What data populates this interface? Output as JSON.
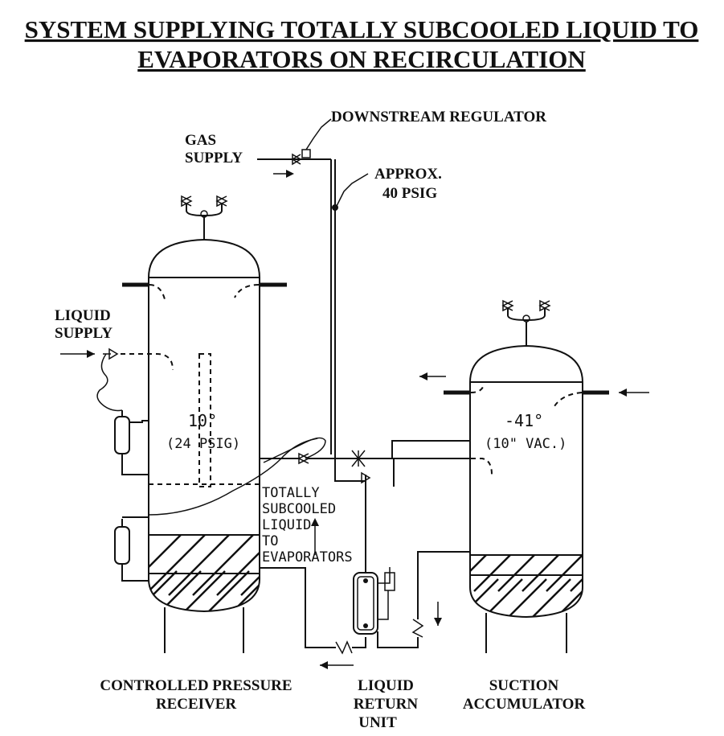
{
  "title": {
    "line1": "SYSTEM SUPPLYING TOTALLY SUBCOOLED LIQUID TO",
    "line2": "EVAPORATORS ON RECIRCULATION"
  },
  "labels": {
    "downstream_regulator": "DOWNSTREAM REGULATOR",
    "gas": "GAS",
    "supply": "SUPPLY",
    "approx": "APPROX.",
    "psig40": "40 PSIG",
    "liquid": "LIQUID",
    "liquid_supply_2": "SUPPLY"
  },
  "receiver": {
    "temp": "10°",
    "pressure": "(24 PSIG)",
    "name_line1": "CONTROLLED PRESSURE",
    "name_line2": "RECEIVER"
  },
  "accumulator": {
    "temp": "-41°",
    "pressure": "(10\" VAC.)",
    "name_line1": "SUCTION",
    "name_line2": "ACCUMULATOR"
  },
  "subcooled_note": [
    "TOTALLY",
    "SUBCOOLED",
    "LIQUID",
    "TO",
    "EVAPORATORS"
  ],
  "return_unit": {
    "line1": "LIQUID",
    "line2": "RETURN",
    "line3": "UNIT"
  }
}
